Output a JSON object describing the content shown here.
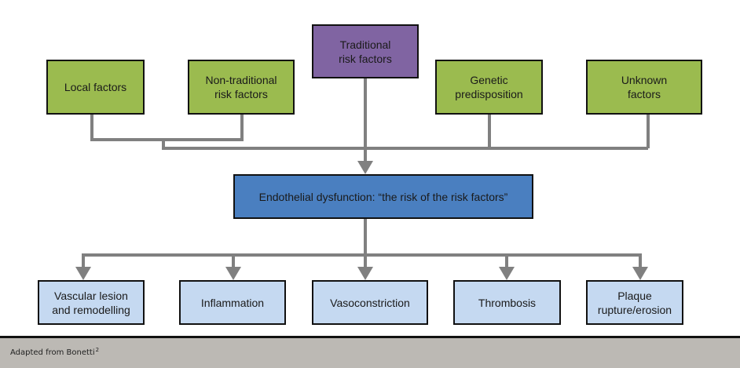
{
  "diagram": {
    "inputs": [
      {
        "id": "local",
        "label": "Local factors"
      },
      {
        "id": "non-traditional",
        "label": "Non-traditional\nrisk factors"
      },
      {
        "id": "traditional",
        "label": "Traditional\nrisk factors"
      },
      {
        "id": "genetic",
        "label": "Genetic\npredisposition"
      },
      {
        "id": "unknown",
        "label": "Unknown\nfactors"
      }
    ],
    "center": {
      "label": "Endothelial dysfunction: “the risk of the risk factors”"
    },
    "outcomes": [
      {
        "id": "vascular",
        "label": "Vascular lesion\nand remodelling"
      },
      {
        "id": "inflammation",
        "label": "Inflammation"
      },
      {
        "id": "vasoconstriction",
        "label": "Vasoconstriction"
      },
      {
        "id": "thrombosis",
        "label": "Thrombosis"
      },
      {
        "id": "plaque",
        "label": "Plaque\nrupture/erosion"
      }
    ],
    "colors": {
      "input_box": "#9bbb4f",
      "traditional_box": "#8064a2",
      "center_box": "#4a7fc0",
      "outcome_box": "#c5d9f1",
      "connector": "#808080"
    }
  },
  "footer": {
    "source_text": "Adapted from Bonetti",
    "reference_number": "2"
  }
}
